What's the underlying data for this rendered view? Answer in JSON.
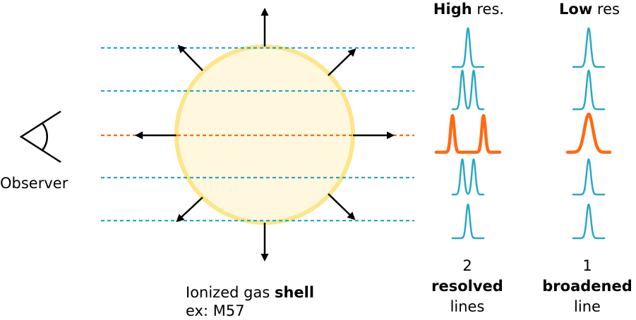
{
  "observer_label": "Observer",
  "shell": {
    "label_prefix": "Ionized gas ",
    "label_bold": "shell",
    "example": "ex: M57"
  },
  "high_res": {
    "title_bold": "High",
    "title_rest": " res.",
    "count": "2",
    "desc_bold": "resolved",
    "desc_rest": "lines"
  },
  "low_res": {
    "title_bold": "Low",
    "title_rest": " res",
    "count": "1",
    "desc_bold": "broadened",
    "desc_rest": "line"
  },
  "colors": {
    "sightline": "#2AA8C4",
    "center_sightline": "#FF6A13",
    "shell_fill": "#FFF8DF",
    "shell_stroke": "#FDE68A",
    "arrow": "#000000"
  }
}
